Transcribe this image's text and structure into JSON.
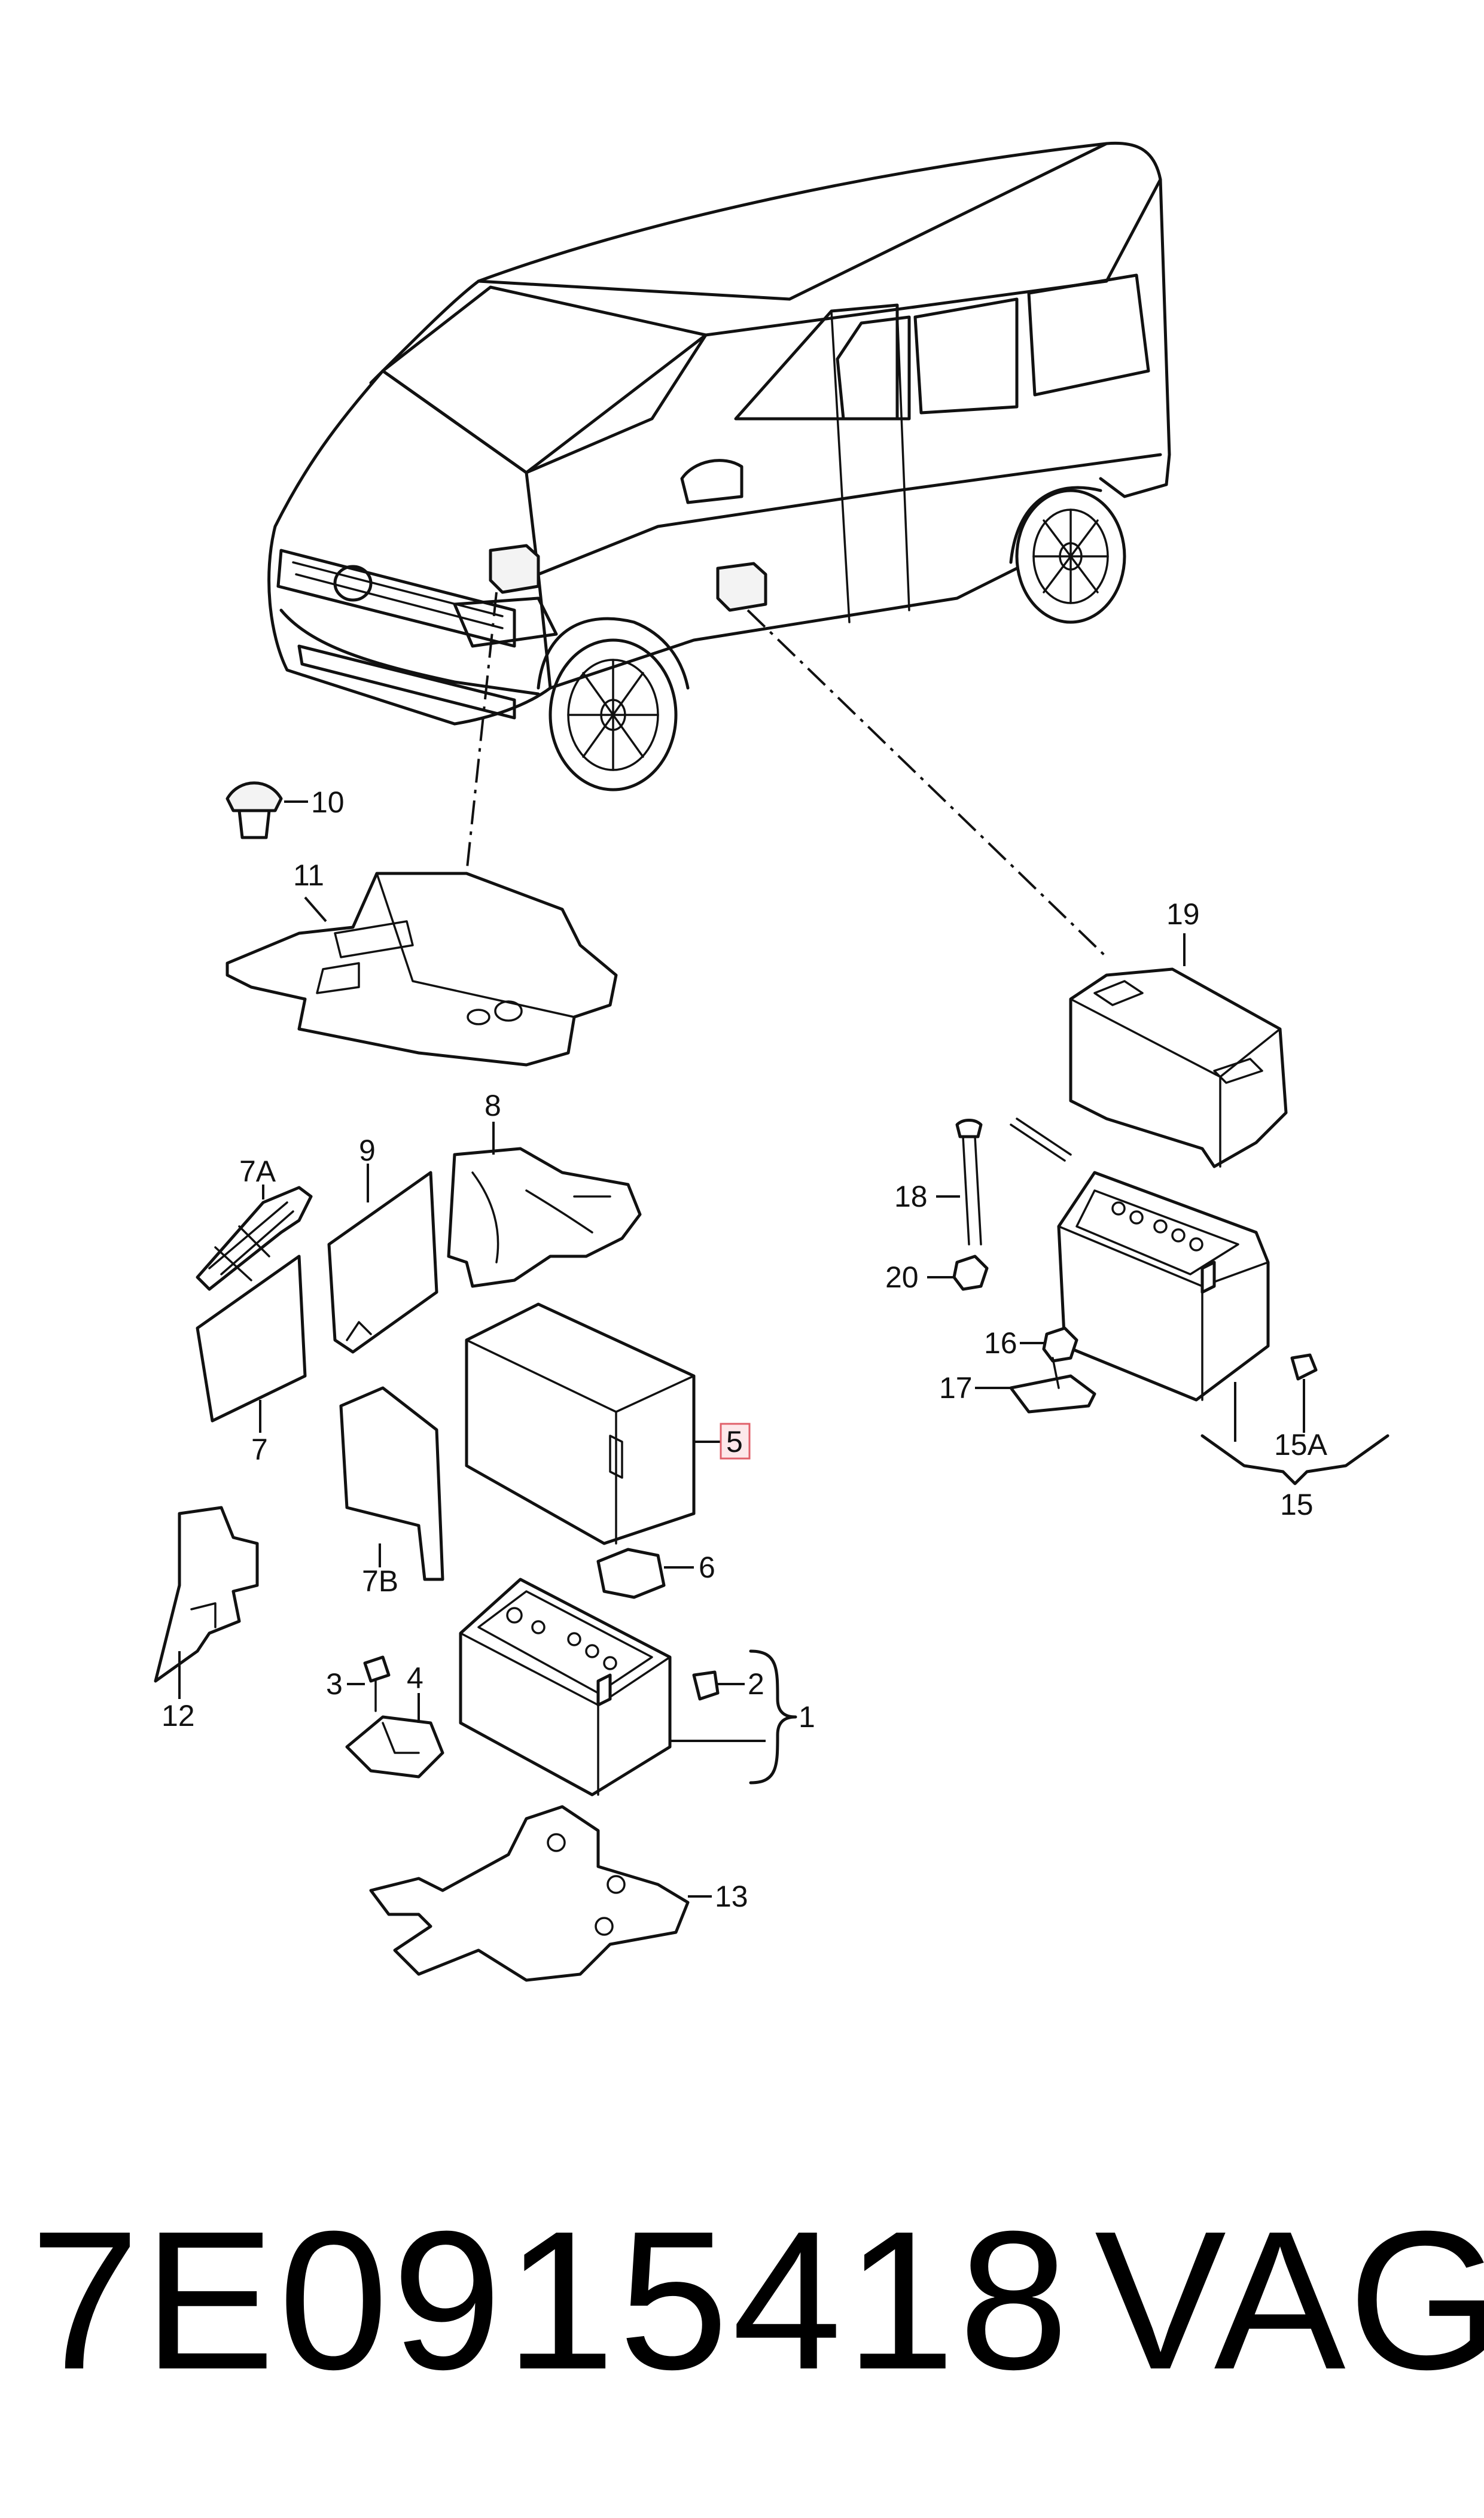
{
  "labels": {
    "l1": "1",
    "l2": "2",
    "l3": "3",
    "l4": "4",
    "l5": "5",
    "l6": "6",
    "l7": "7",
    "l7a": "7A",
    "l7b": "7B",
    "l8": "8",
    "l9": "9",
    "l10": "10",
    "l11": "11",
    "l12": "12",
    "l13": "13",
    "l15": "15",
    "l15a": "15A",
    "l16": "16",
    "l17": "17",
    "l18": "18",
    "l19": "19",
    "l20": "20"
  },
  "highlight_color": "#e0606a",
  "part_number": "7E0915418",
  "brand": "VAG"
}
